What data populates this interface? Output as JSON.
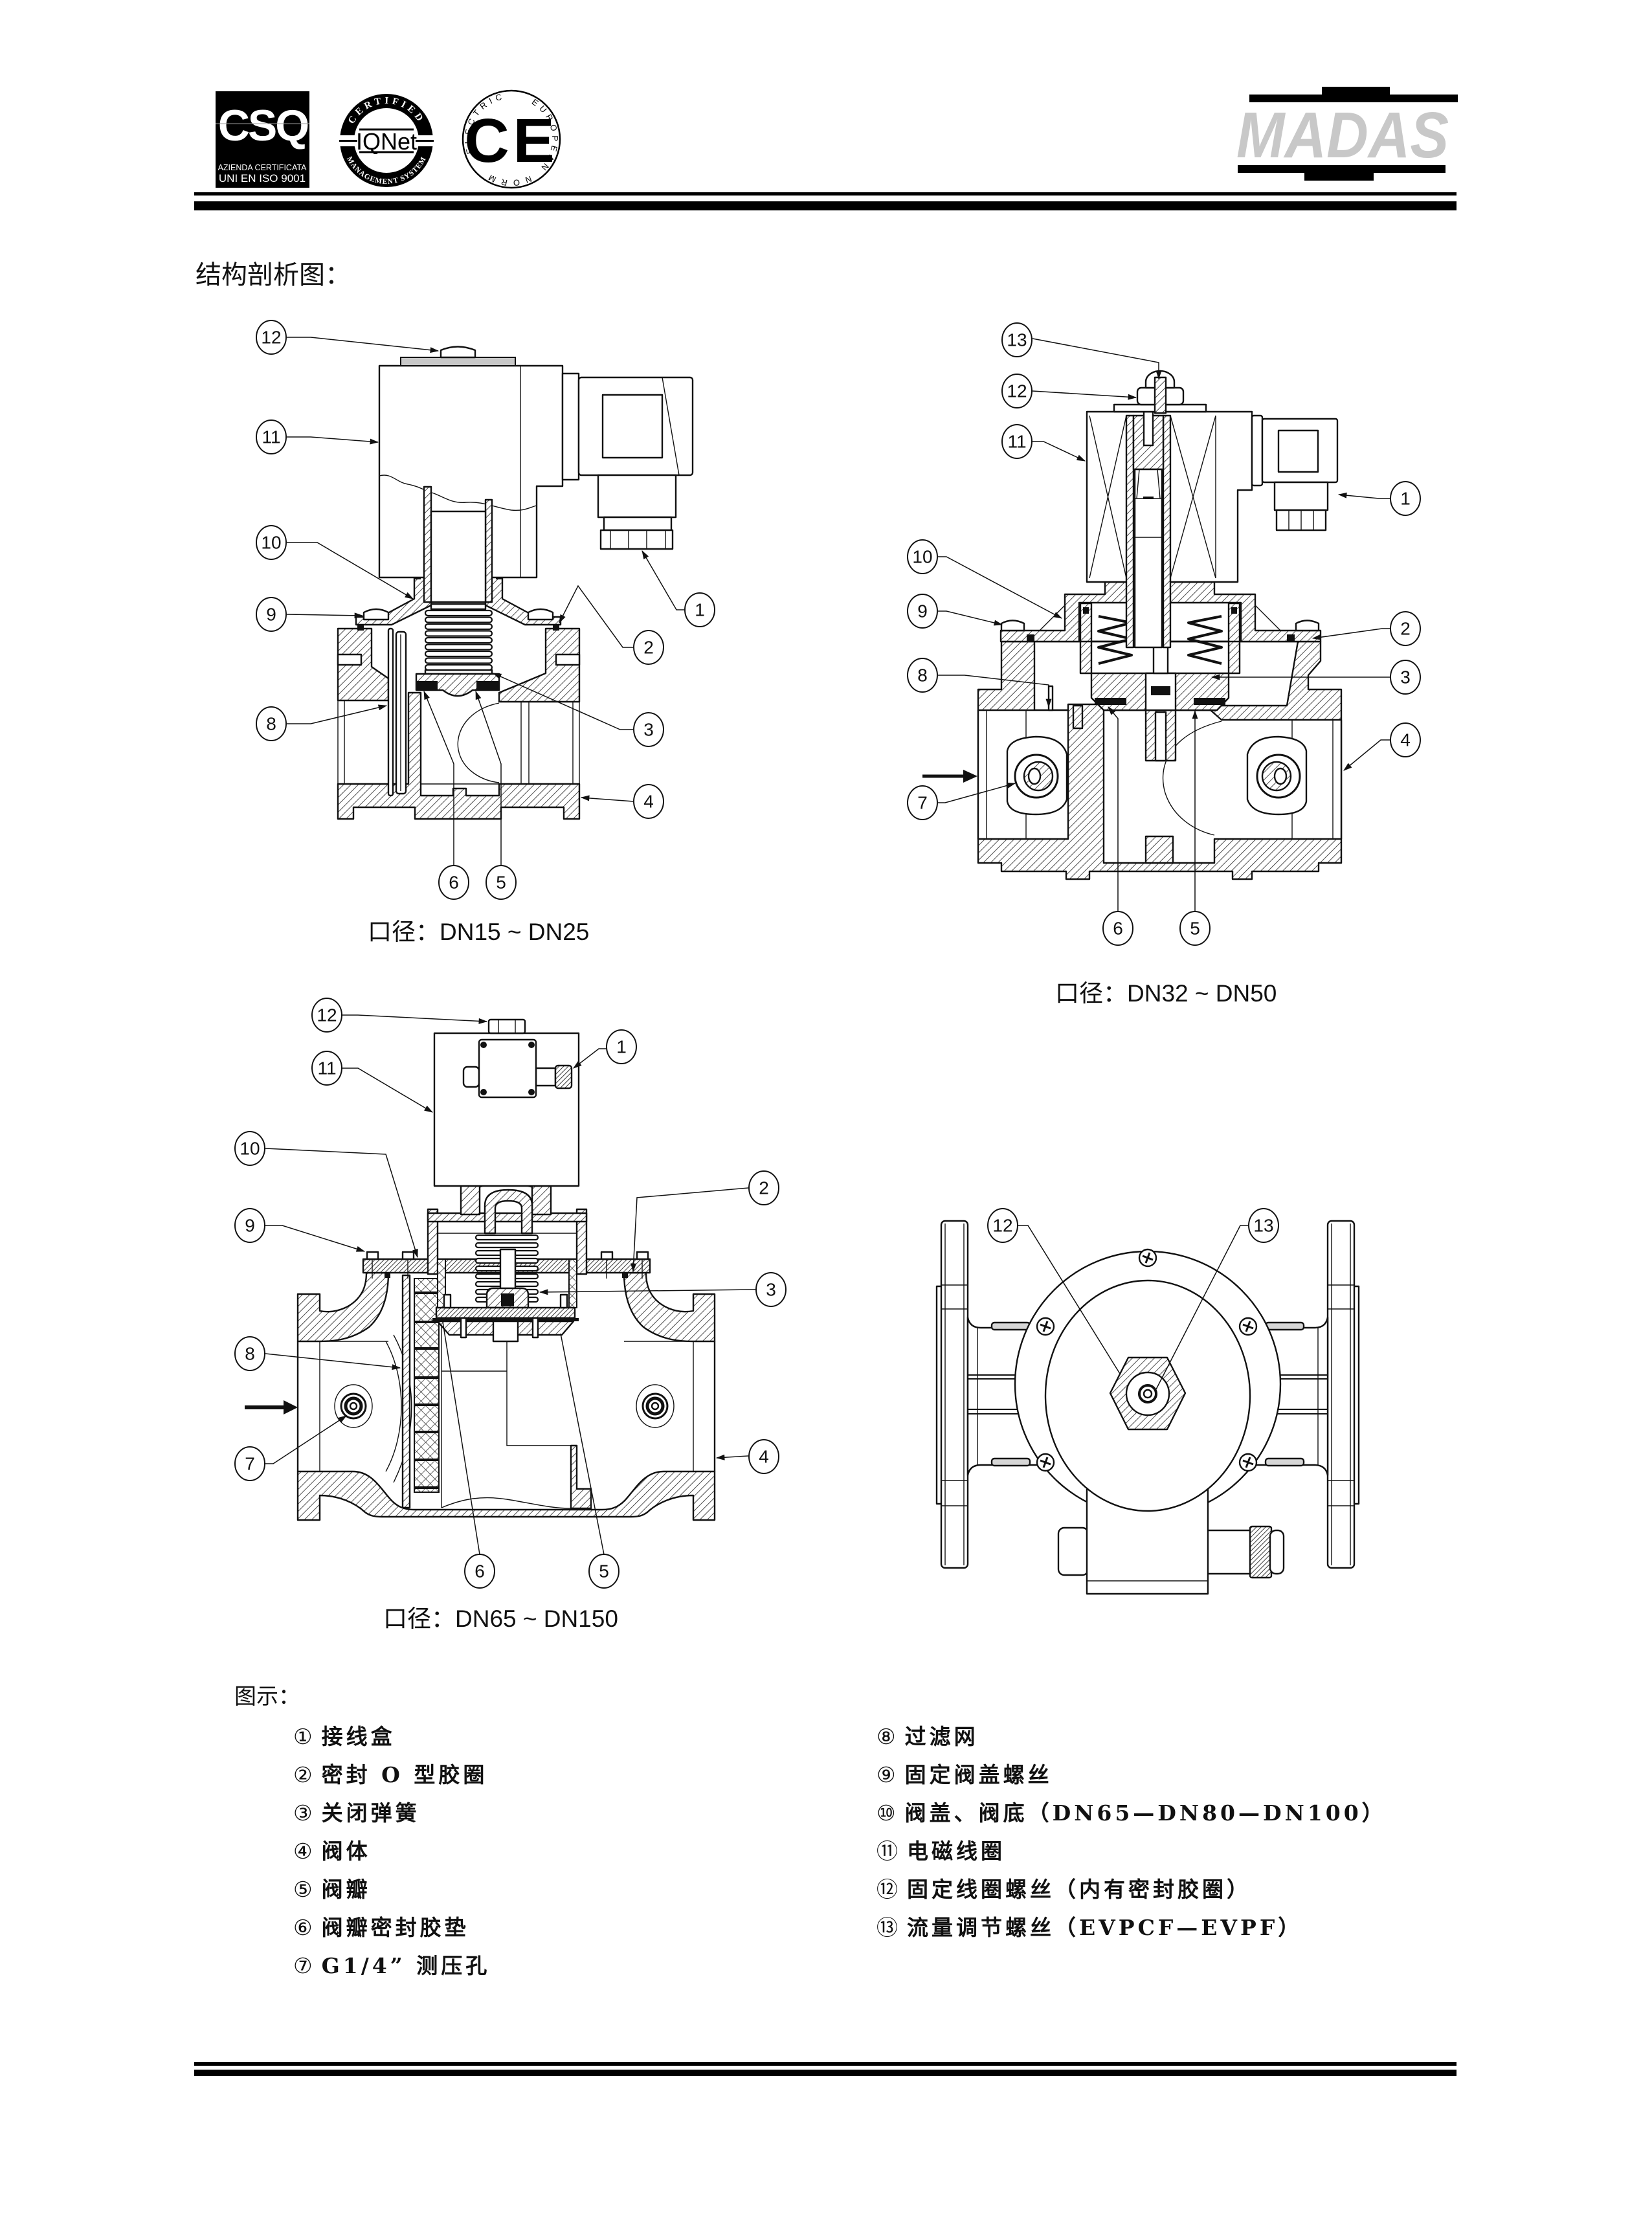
{
  "header": {
    "csq_logo": {
      "mark": "CSQ",
      "line1": "AZIENDA CERTIFICATA",
      "line2": "UNI EN ISO 9001"
    },
    "iqnet_logo": {
      "mark": "IQNet",
      "arc_top": "CERTIFIED",
      "arc_bottom": "MANAGEMENT SYSTEM"
    },
    "ce_logo": {
      "mark": "CE",
      "arc_left": "ELECTRIC",
      "arc_right": "EUROPEAN",
      "arc_bottom": "NORMS"
    },
    "brand_logo": "MADAS"
  },
  "section_title": "结构剖析图：",
  "diagrams": [
    {
      "caption": "口径：DN15 ~ DN25",
      "callouts": {
        "n1": "1",
        "n2": "2",
        "n3": "3",
        "n4": "4",
        "n5": "5",
        "n6": "6",
        "n8": "8",
        "n9": "9",
        "n10": "10",
        "n11": "11",
        "n12": "12"
      }
    },
    {
      "caption": "口径：DN32 ~ DN50",
      "callouts": {
        "n1": "1",
        "n2": "2",
        "n3": "3",
        "n4": "4",
        "n5": "5",
        "n6": "6",
        "n7": "7",
        "n8": "8",
        "n9": "9",
        "n10": "10",
        "n11": "11",
        "n12": "12",
        "n13": "13"
      }
    },
    {
      "caption": "口径：DN65 ~ DN150",
      "callouts": {
        "n1": "1",
        "n2": "2",
        "n3": "3",
        "n4": "4",
        "n5": "5",
        "n6": "6",
        "n7": "7",
        "n8": "8",
        "n9": "9",
        "n10": "10",
        "n11": "11",
        "n12": "12"
      }
    },
    {
      "callouts": {
        "n12": "12",
        "n13": "13"
      }
    }
  ],
  "legend": {
    "title": "图示：",
    "items": [
      {
        "num": "①",
        "label": "接线盒"
      },
      {
        "num": "②",
        "label": "密封 O 型胶圈"
      },
      {
        "num": "③",
        "label": "关闭弹簧"
      },
      {
        "num": "④",
        "label": "阀体"
      },
      {
        "num": "⑤",
        "label": "阀瓣"
      },
      {
        "num": "⑥",
        "label": "阀瓣密封胶垫"
      },
      {
        "num": "⑦",
        "label": "G1/4” 测压孔"
      },
      {
        "num": "⑧",
        "label": "过滤网"
      },
      {
        "num": "⑨",
        "label": "固定阀盖螺丝"
      },
      {
        "num": "⑩",
        "label": "阀盖、阀底（DN65—DN80—DN100）"
      },
      {
        "num": "⑪",
        "label": "电磁线圈"
      },
      {
        "num": "⑫",
        "label": "固定线圈螺丝（内有密封胶圈）"
      },
      {
        "num": "⑬",
        "label": "流量调节螺丝（EVPCF—EVPF）"
      }
    ]
  },
  "colors": {
    "ink": "#111111",
    "paper": "#ffffff",
    "logo_gray": "#c8c8c8"
  }
}
